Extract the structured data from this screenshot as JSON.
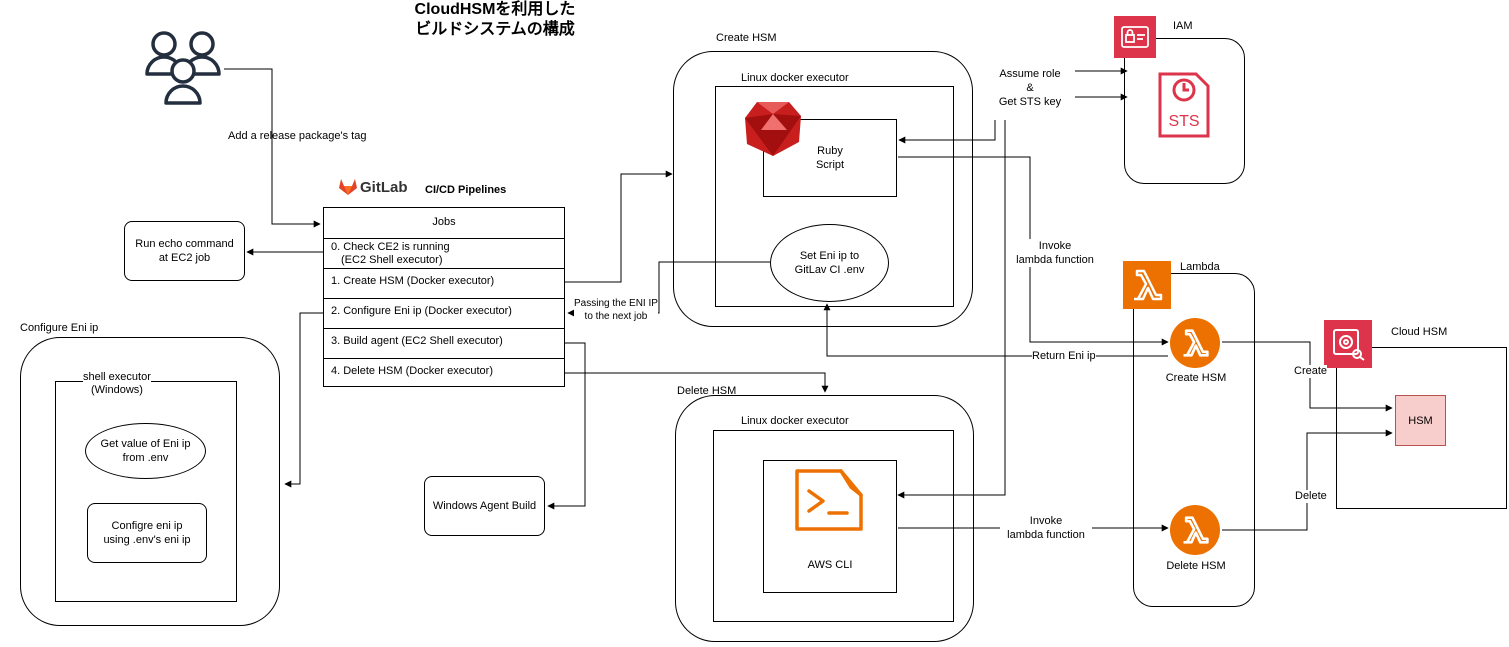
{
  "title": {
    "line1": "CloudHSMを利用した",
    "line2": "ビルドシステムの構成"
  },
  "users": {
    "tag_label": "Add a release package's tag"
  },
  "gitlab": {
    "name": "GitLab",
    "pipelines_label": "CI/CD Pipelines"
  },
  "jobs": {
    "header": "Jobs",
    "rows": [
      {
        "line1": "0. Check CE2 is running",
        "line2": "(EC2 Shell executor)"
      },
      {
        "line1": "1. Create HSM (Docker executor)",
        "line2": ""
      },
      {
        "line1": "2. Configure Eni ip (Docker executor)",
        "line2": ""
      },
      {
        "line1": "3. Build agent (EC2 Shell executor)",
        "line2": ""
      },
      {
        "line1": "4. Delete HSM (Docker executor)",
        "line2": ""
      }
    ]
  },
  "run_echo": {
    "line1": "Run echo command",
    "line2": "at EC2 job"
  },
  "configure_eni": {
    "title": "Configure Eni ip",
    "executor_line1": "shell executor",
    "executor_line2": "(Windows)",
    "get_value_line1": "Get value of Eni ip",
    "get_value_line2": "from .env",
    "configure_line1": "Configre eni ip",
    "configure_line2": "using .env's eni ip"
  },
  "windows_agent": {
    "label": "Windows Agent Build"
  },
  "passing_eni": {
    "line1": "Passing the ENI IP",
    "line2": "to the next job"
  },
  "create_hsm_group": {
    "title": "Create HSM",
    "executor": "Linux docker executor",
    "ruby_line1": "Ruby",
    "ruby_line2": "Script",
    "set_eni_line1": "Set Eni ip to",
    "set_eni_line2": "GitLav CI .env"
  },
  "delete_hsm_group": {
    "title": "Delete HSM",
    "executor": "Linux docker executor",
    "awscli": "AWS CLI"
  },
  "iam": {
    "title": "IAM",
    "sts": "STS",
    "assume_line1": "Assume role",
    "assume_line2": "&",
    "assume_line3": "Get STS key"
  },
  "lambda": {
    "title": "Lambda",
    "invoke_top_line1": "Invoke",
    "invoke_top_line2": "lambda function",
    "invoke_bottom_line1": "Invoke",
    "invoke_bottom_line2": "lambda function",
    "return_eni": "Return Eni ip",
    "create_fn": "Create HSM",
    "delete_fn": "Delete HSM"
  },
  "cloudhsm": {
    "title": "Cloud HSM",
    "hsm": "HSM",
    "create_label": "Create",
    "delete_label": "Delete"
  },
  "colors": {
    "iam_red": "#DD344C",
    "lambda_orange": "#ED7100",
    "gitlab_orange": "#E24329",
    "ruby_red": "#C81E1E",
    "hsm_fill": "#F8CECC",
    "hsm_stroke": "#B85450"
  }
}
